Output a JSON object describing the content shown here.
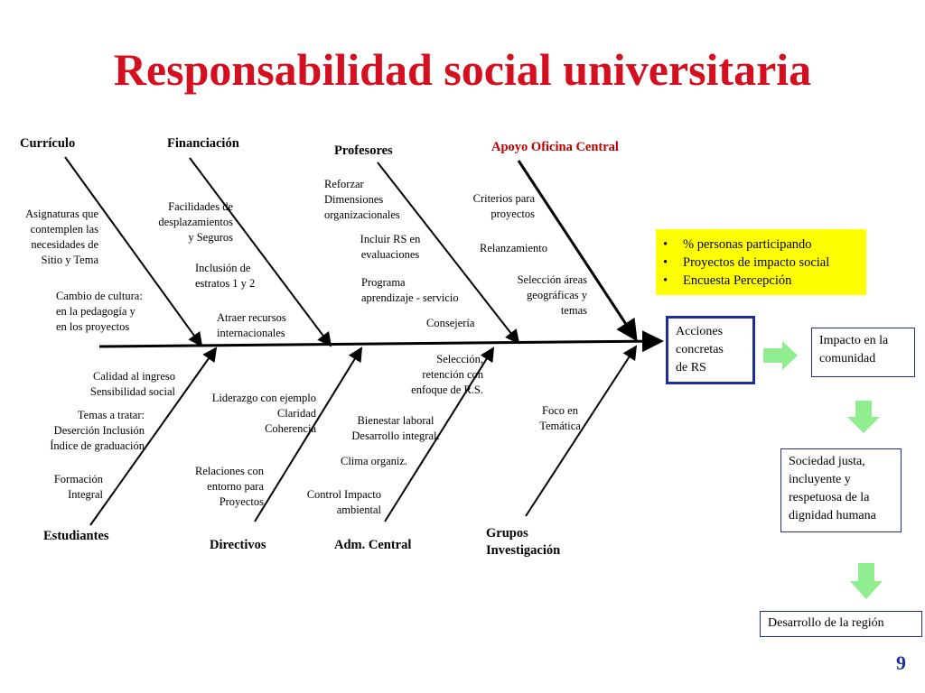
{
  "title": "Responsabilidad social universitaria",
  "categories": {
    "curriculo": "Currículo",
    "financiacion": "Financiación",
    "profesores": "Profesores",
    "apoyo": "Apoyo Oficina Central",
    "estudiantes": "Estudiantes",
    "directivos": "Directivos",
    "adm_central": "Adm. Central",
    "grupos": "Grupos\nInvestigación"
  },
  "causes": {
    "curriculo": [
      "Asignaturas que\ncontemplen las\nnecesidades  de\nSitio y Tema",
      "Cambio de cultura:\nen la pedagogía y\nen los proyectos"
    ],
    "financiacion": [
      "Facilidades de\ndesplazamientos\ny Seguros",
      "Inclusión de\nestratos 1 y 2",
      "Atraer recursos\ninternacionales"
    ],
    "profesores": [
      "Reforzar\nDimensiones\norganizacionales",
      "Incluir RS en\nevaluaciones",
      "Programa\naprendizaje - servicio",
      "Consejería"
    ],
    "apoyo": [
      "Criterios para\nproyectos",
      "Relanzamiento",
      "Selección áreas\ngeográficas y\ntemas"
    ],
    "estudiantes": [
      "Calidad al ingreso\nSensibilidad social",
      "Temas a tratar:\nDeserción Inclusión\nÍndice de graduación",
      "Formación\nIntegral"
    ],
    "directivos": [
      "Liderazgo con ejemplo\nClaridad\nCoherencia",
      "Relaciones con\nentorno para\nProyectos"
    ],
    "adm_central": [
      "Selección,\nretención con\nenfoque de R.S.",
      "Bienestar laboral\nDesarrollo integral.",
      "Clima organiz.",
      "Control Impacto\nambiental"
    ],
    "grupos": [
      "Foco en\nTemática"
    ]
  },
  "indicators": [
    "% personas participando",
    "Proyectos de impacto social",
    "Encuesta Percepción"
  ],
  "outcomes": {
    "acciones": "Acciones\nconcretas\nde RS",
    "impacto": "Impacto en la\ncomunidad",
    "sociedad": "Sociedad  justa,\nincluyente y\nrespetuosa de la\ndignidad humana",
    "desarrollo": "Desarrollo de la región"
  },
  "page_number": "9",
  "colors": {
    "title": "#d40f1f",
    "apoyo": "#c00000",
    "indicators_bg": "#ffff00",
    "box_border": "#1f2f9a",
    "arrow_green": "#90ee90"
  }
}
